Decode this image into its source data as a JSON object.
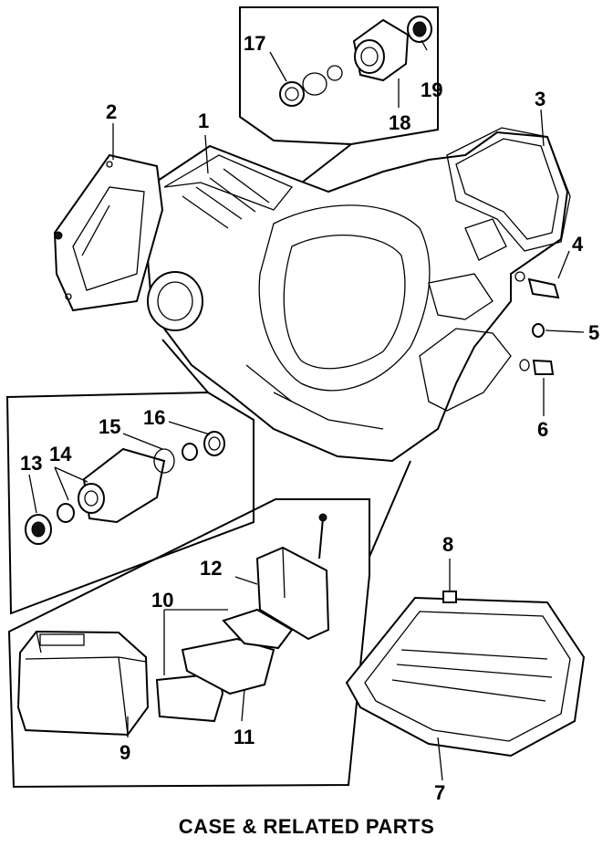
{
  "caption": "CASE & RELATED PARTS",
  "callouts": {
    "c1": "1",
    "c2": "2",
    "c3": "3",
    "c4": "4",
    "c5": "5",
    "c6": "6",
    "c7": "7",
    "c8": "8",
    "c9": "9",
    "c10": "10",
    "c11": "11",
    "c12": "12",
    "c13": "13",
    "c14": "14",
    "c15": "15",
    "c16": "16",
    "c17": "17",
    "c18": "18",
    "c19": "19"
  }
}
